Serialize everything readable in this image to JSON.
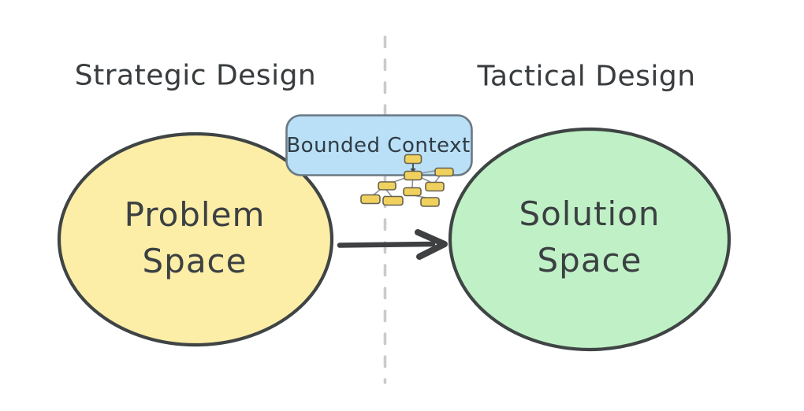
{
  "diagram": {
    "strategic_heading": "Strategic Design",
    "tactical_heading": "Tactical Design",
    "bounded_context_label": "Bounded Context",
    "problem_space_label": "Problem Space",
    "solution_space_label": "Solution Space"
  },
  "colors": {
    "background": "#ffffff",
    "problem_space_fill": "#FCEDA7",
    "solution_space_fill": "#C0F1C6",
    "bounded_context_fill": "#B9E0F7",
    "bounded_context_stroke": "#6A7884",
    "ellipse_stroke": "#3F4445",
    "tree_node_fill": "#F0D15E",
    "tree_node_stroke": "#66604F",
    "tree_edge": "#8B9299",
    "divider": "#CBCBCB",
    "arrow": "#3E4042",
    "text": "#3A3E41"
  }
}
